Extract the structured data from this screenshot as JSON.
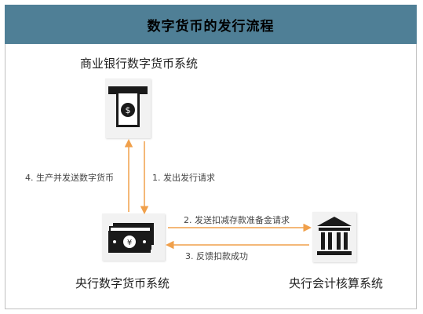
{
  "header": {
    "title": "数字货币的发行流程"
  },
  "nodes": {
    "commercial_bank": {
      "label": "商业银行数字货币系统",
      "icon": "atm-coin-icon"
    },
    "central_bank_currency": {
      "label": "央行数字货币系统",
      "icon": "banknote-stack-icon"
    },
    "central_bank_accounting": {
      "label": "央行会计核算系统",
      "icon": "bank-building-icon"
    }
  },
  "arrows": {
    "step1": "1. 发出发行请求",
    "step2": "2. 发送扣减存款准备金请求",
    "step3": "3. 反馈扣款成功",
    "step4": "4. 生产并发送数字货币"
  },
  "colors": {
    "header_bg": "#4f7f96",
    "arrow": "#f0a04b",
    "icon": "#1a1a1a",
    "icon_bg": "#f2f2f2"
  }
}
